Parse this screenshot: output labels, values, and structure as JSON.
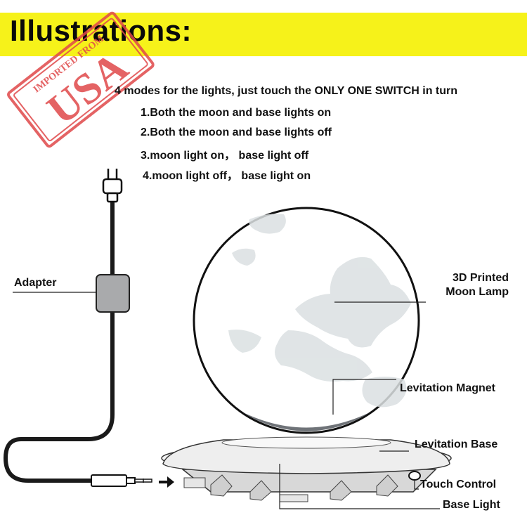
{
  "banner": {
    "title": "Illustrations:",
    "background_color": "#f6f21a"
  },
  "stamp": {
    "top_text": "IMPORTED FROM",
    "main_text": "USA",
    "color": "#e0484a"
  },
  "instructions": {
    "intro": "4 modes for the lights, just touch the ONLY ONE SWITCH in turn",
    "modes": [
      "1.Both the moon and base lights on",
      "2.Both the moon and base lights off",
      "3.moon light on， base light off",
      "4.moon light off， base light on"
    ]
  },
  "labels": {
    "adapter": "Adapter",
    "moon_lamp_line1": "3D Printed",
    "moon_lamp_line2": "Moon Lamp",
    "levitation_magnet": "Levitation Magnet",
    "levitation_base": "Levitation Base",
    "touch_control": "Touch Control",
    "base_light": "Base Light"
  }
}
